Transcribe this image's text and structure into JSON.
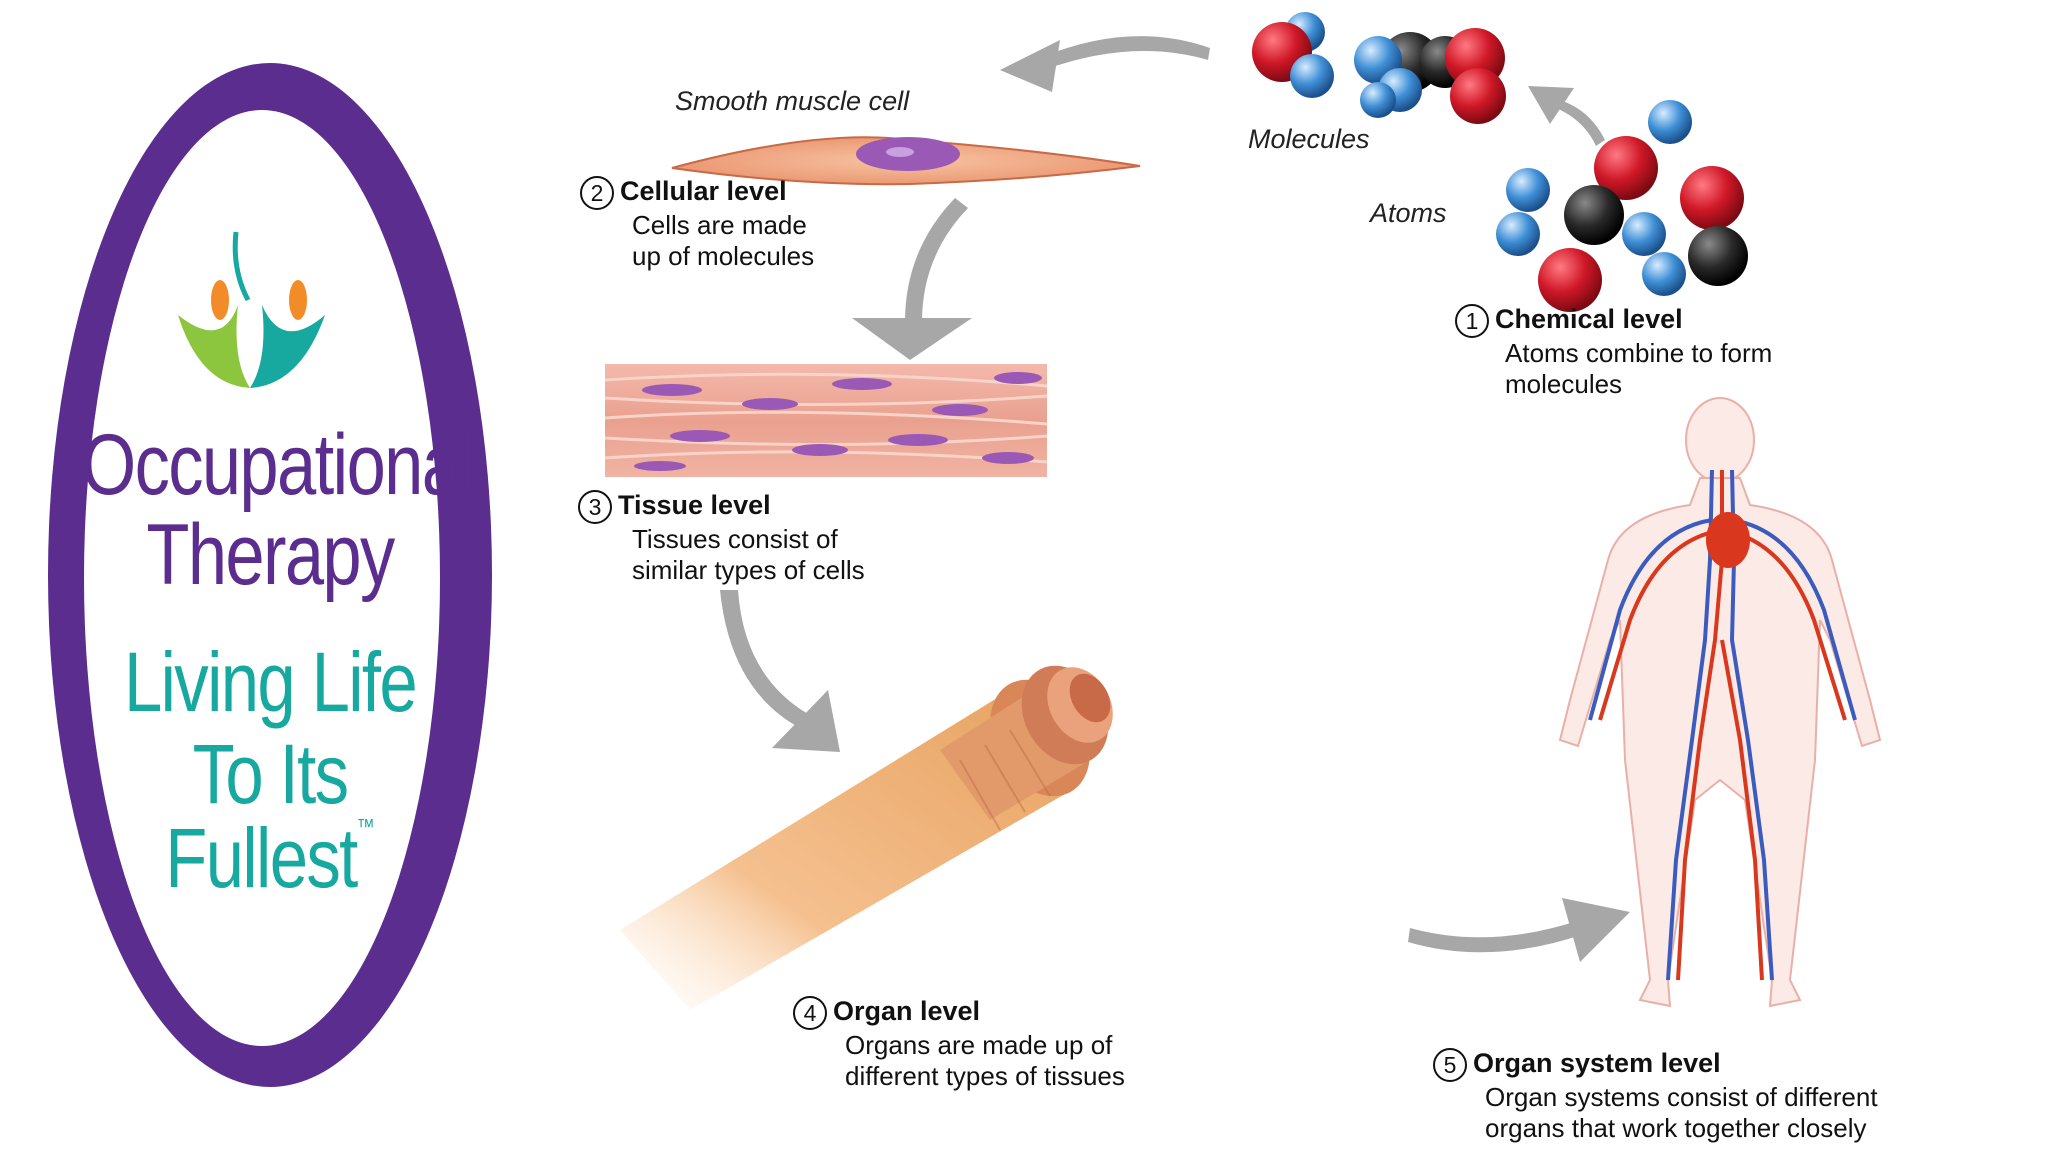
{
  "logo": {
    "line1": "Occupational",
    "line2": "Therapy",
    "line3": "Living Life",
    "line4": "To Its Fullest",
    "trademark": "™",
    "colors": {
      "ring": "#5b2d8e",
      "teal": "#17a89f",
      "green": "#8cc63f",
      "orange": "#f28c28"
    }
  },
  "labels": {
    "smooth_muscle_cell": "Smooth muscle cell",
    "molecules": "Molecules",
    "atoms": "Atoms"
  },
  "levels": [
    {
      "number": "1",
      "title": "Chemical level",
      "desc_line1": "Atoms combine to form",
      "desc_line2": "molecules"
    },
    {
      "number": "2",
      "title": "Cellular level",
      "desc_line1": "Cells are made",
      "desc_line2": "up of molecules"
    },
    {
      "number": "3",
      "title": "Tissue level",
      "desc_line1": "Tissues consist of",
      "desc_line2": "similar types of cells"
    },
    {
      "number": "4",
      "title": "Organ level",
      "desc_line1": "Organs are made up of",
      "desc_line2": "different types of tissues"
    },
    {
      "number": "5",
      "title": "Organ system level",
      "desc_line1": "Organ systems consist of different",
      "desc_line2": "organs that work together closely"
    }
  ],
  "colors": {
    "arrow": "#a7a7a7",
    "tissue": "#e9a393",
    "nucleus": "#9b59b6",
    "atom_red": "#d01828",
    "atom_blue": "#3f8fd6",
    "atom_black": "#2a2a2a",
    "artery": "#d9381e",
    "vein": "#3b5bbf"
  }
}
